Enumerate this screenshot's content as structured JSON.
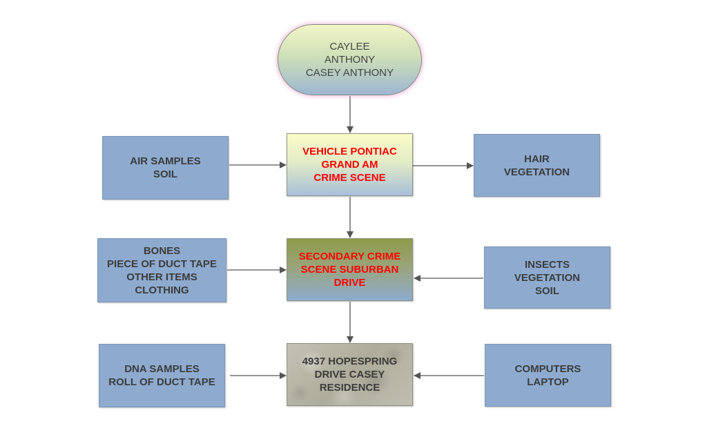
{
  "diagram": {
    "root": {
      "lines": [
        "CAYLEE",
        "ANTHONY",
        "CASEY ANTHONY"
      ]
    },
    "vehicle": {
      "lines": [
        "VEHICLE PONTIAC",
        "GRAND AM",
        "CRIME SCENE"
      ]
    },
    "secondary": {
      "lines": [
        "SECONDARY CRIME",
        "SCENE SUBURBAN",
        "DRIVE"
      ]
    },
    "residence": {
      "lines": [
        "4937 HOPESPRING",
        "DRIVE CASEY",
        "RESIDENCE"
      ]
    },
    "air_soil": {
      "lines": [
        "AIR SAMPLES",
        "SOIL"
      ]
    },
    "hair_vegetation": {
      "lines": [
        "HAIR",
        "VEGETATION"
      ]
    },
    "bones": {
      "lines": [
        "BONES",
        "PIECE OF DUCT TAPE",
        "OTHER ITEMS",
        "CLOTHING"
      ]
    },
    "insects": {
      "lines": [
        "INSECTS",
        "VEGETATION",
        "SOIL"
      ]
    },
    "dna": {
      "lines": [
        "DNA SAMPLES",
        "ROLL OF DUCT TAPE"
      ]
    },
    "computers": {
      "lines": [
        "COMPUTERS",
        "LAPTOP"
      ]
    }
  },
  "colors": {
    "side_box": "#8eabcf",
    "highlight_text": "#ff0000",
    "arrow": "#555555"
  }
}
